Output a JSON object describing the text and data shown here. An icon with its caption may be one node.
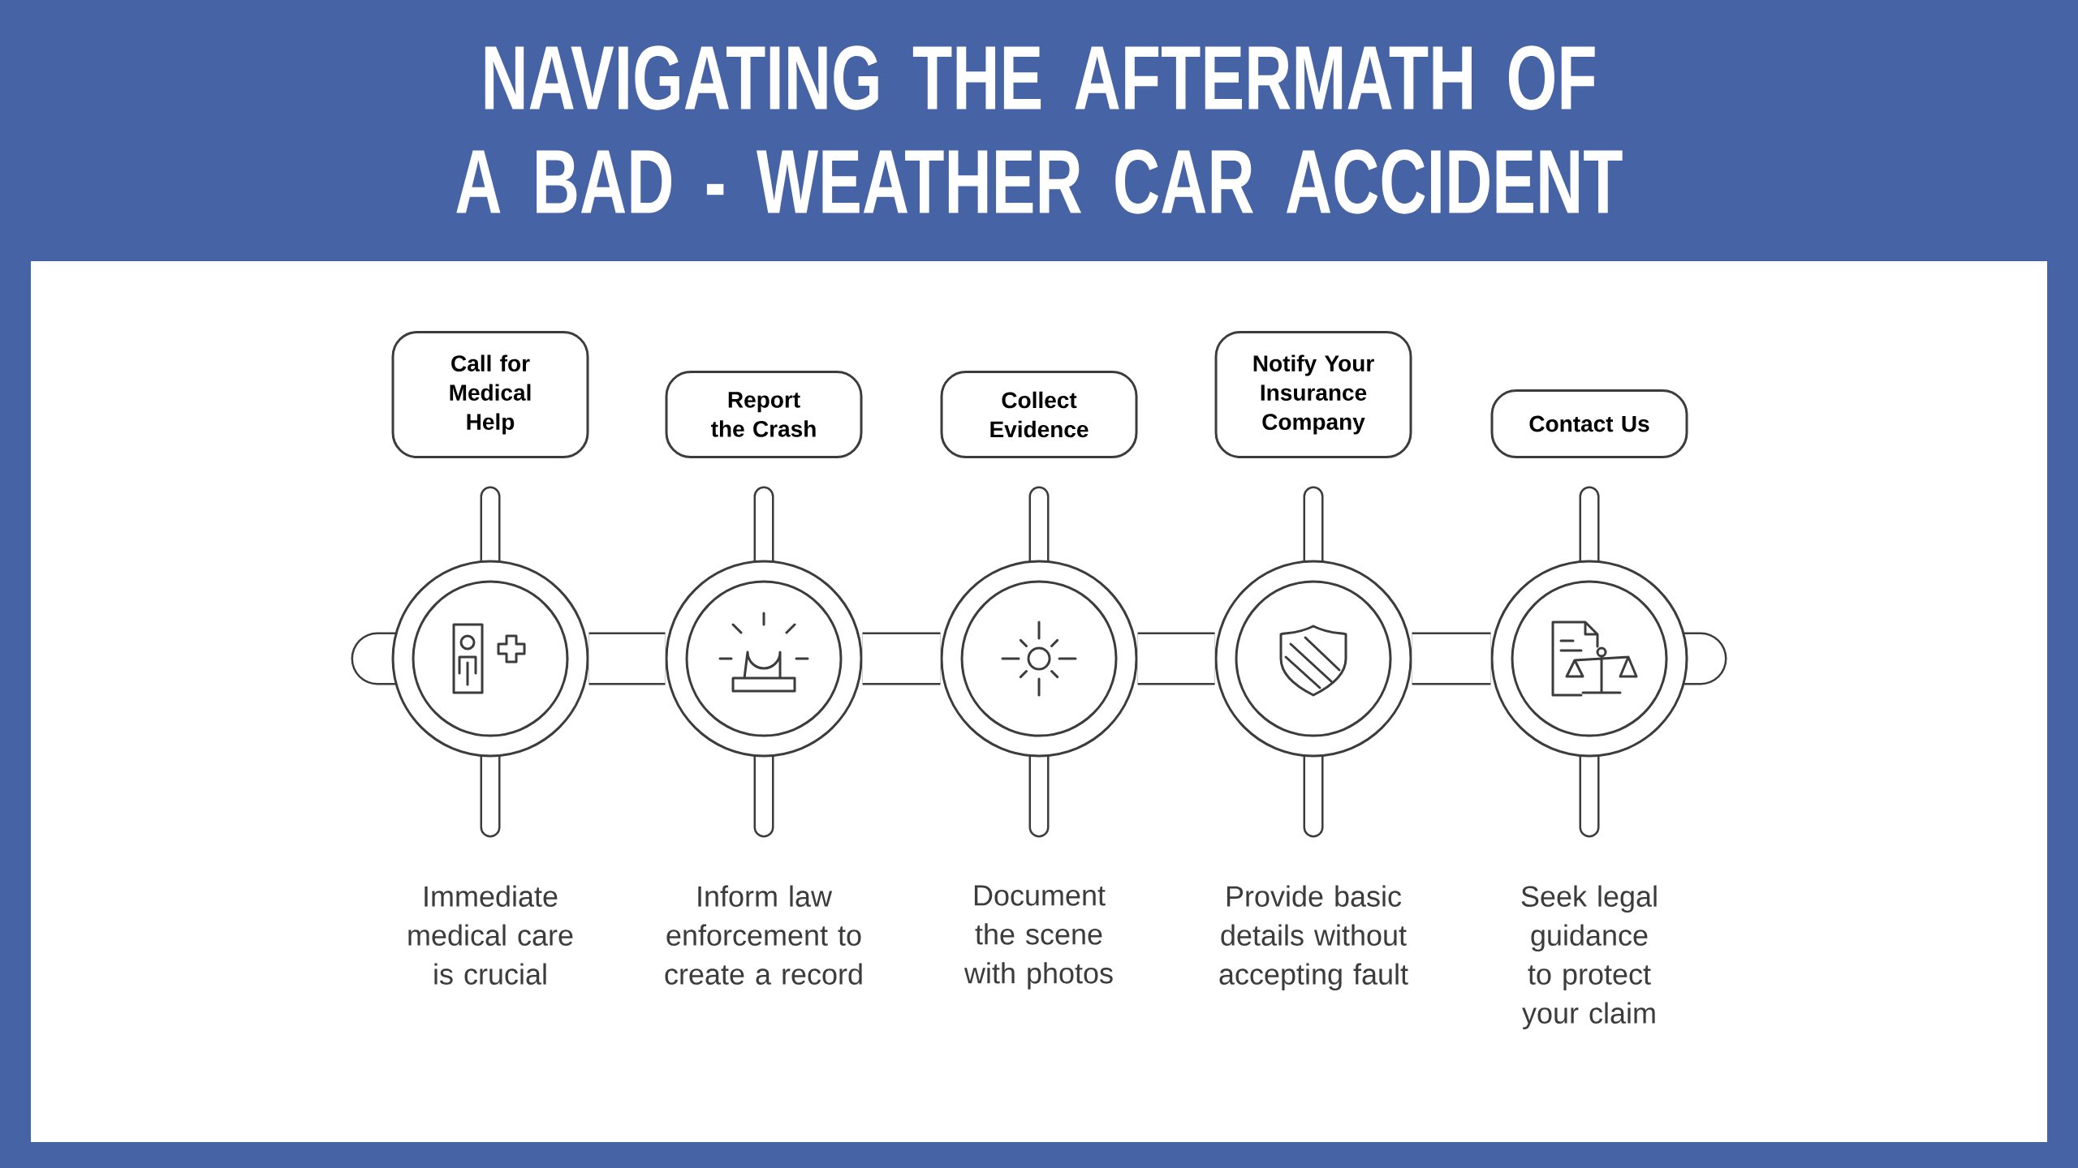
{
  "diagram": {
    "title": "NAVIGATING THE AFTERMATH OF A BAD - WEATHER CAR ACCIDENT",
    "nodes": [
      {
        "text": [
          "Call for Medical Help"
        ]
      },
      {
        "text": [
          "Report the Crash"
        ]
      },
      {
        "text": [
          "Collect Evidence"
        ]
      },
      {
        "text": [
          "Notify Your Insurance Company"
        ]
      },
      {
        "text": [
          "Contact Us"
        ]
      },
      {
        "text": [],
        "shape": "circle"
      },
      {
        "text": [],
        "shape": "circle"
      },
      {
        "text": [],
        "shape": "circle"
      },
      {
        "text": [],
        "shape": "circle"
      },
      {
        "text": [],
        "shape": "circle"
      },
      {
        "text": [
          "Immediate medical care is crucial"
        ]
      },
      {
        "text": [
          "Inform law enforcement to create a record"
        ]
      },
      {
        "text": [
          "Document the scene with photos"
        ]
      },
      {
        "text": [
          "Provide basic details without accepting fault"
        ]
      },
      {
        "text": [
          "Seek legal guidance to protect your claim"
        ]
      }
    ],
    "edges": [
      {
        "from": 5,
        "to": 6,
        "arrow": "none"
      },
      {
        "from": 6,
        "to": 7,
        "arrow": "none"
      },
      {
        "from": 7,
        "to": 8,
        "arrow": "none"
      },
      {
        "from": 8,
        "to": 9,
        "arrow": "none"
      }
    ]
  }
}
